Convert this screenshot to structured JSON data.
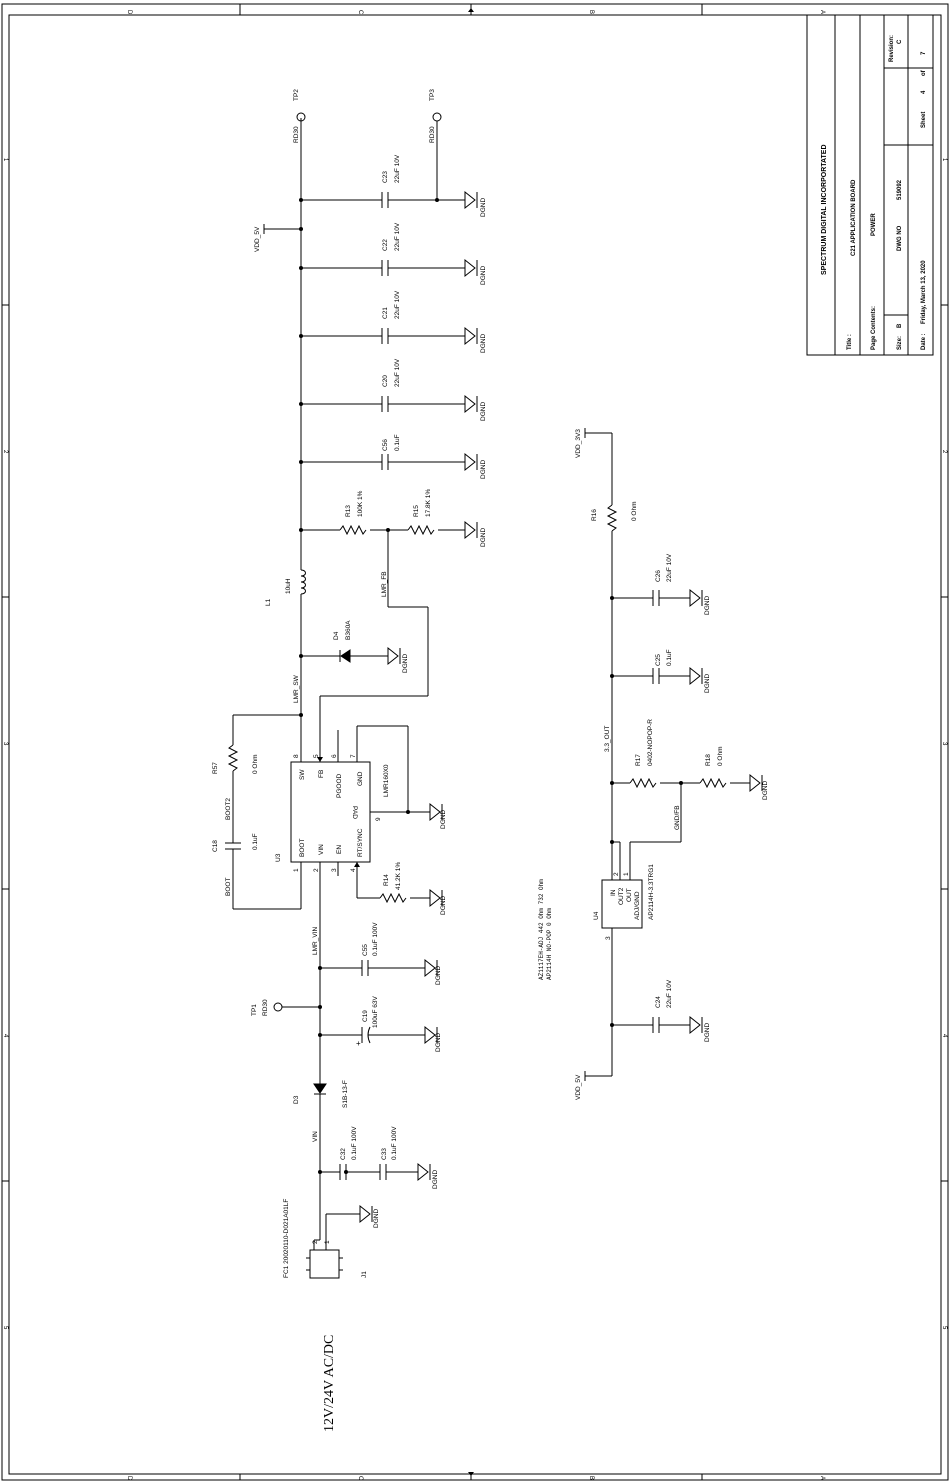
{
  "title_block": {
    "company": "SPECTRUM DIGITAL INCORPORTATED",
    "title_label": "Title :",
    "title_value": "C21 APPLICATION BOARD",
    "page_contents_label": "Page Contents:",
    "page_contents_value": "POWER",
    "size_label": "Size:",
    "size_value": "B",
    "dwg_no_label": "DWG NO",
    "dwg_no_value": "519092",
    "revision_label": "Revision:",
    "revision_value": "C",
    "date_label": "Date :",
    "date_value": "Friday, March 13, 2020",
    "sheet_label": "Sheet",
    "sheet_value": "4",
    "of_label": "of",
    "of_value": "7"
  },
  "border": {
    "top_zones": [
      "D",
      "C",
      "B",
      "A"
    ],
    "bottom_zones": [
      "D",
      "C",
      "B",
      "A"
    ],
    "side_zones": [
      "1",
      "2",
      "3",
      "4",
      "5"
    ]
  },
  "nets": {
    "vdd_5v": "VDD_5V",
    "vdd_3v3": "VDD_3V3",
    "vdd_5v_u4": "VDD_5V",
    "dgnd": "DGND",
    "lmr_sw": "LMR_SW",
    "lmr_fb": "LMR_FB",
    "lmr_vin": "LMR_VIN",
    "vin": "VIN",
    "boot": "BOOT",
    "boot2": "BOOT2",
    "out_3v3": "3.3_OUT",
    "gnd_fb": "GND/FB"
  },
  "components": {
    "tp2": {
      "ref": "TP2",
      "value": "RD30"
    },
    "tp3": {
      "ref": "TP3",
      "value": "RD30"
    },
    "tp1": {
      "ref": "TP1",
      "value": "RD30"
    },
    "c23": {
      "ref": "C23",
      "value": "22uF 10V"
    },
    "c22": {
      "ref": "C22",
      "value": "22uF 10V"
    },
    "c21": {
      "ref": "C21",
      "value": "22uF 10V"
    },
    "c20": {
      "ref": "C20",
      "value": "22uF 10V"
    },
    "c56": {
      "ref": "C56",
      "value": "0.1uF"
    },
    "r13": {
      "ref": "R13",
      "value": "100K 1%"
    },
    "r15": {
      "ref": "R15",
      "value": "17.8K 1%"
    },
    "l1": {
      "ref": "L1",
      "value": "10uH"
    },
    "d4": {
      "ref": "D4",
      "value": "B360A"
    },
    "r57": {
      "ref": "R57",
      "value": "0 Ohm"
    },
    "c18": {
      "ref": "C18",
      "value": "0.1uF"
    },
    "u3": {
      "ref": "U3",
      "part": "LMR160X0",
      "pins": {
        "sw": "SW",
        "fb": "FB",
        "pgood": "PGOOD",
        "gnd": "GND",
        "boot": "BOOT",
        "vin": "VIN",
        "en": "EN",
        "rtsync": "RT/SYNC",
        "pad": "PAD"
      },
      "pin_numbers": {
        "sw": "8",
        "fb": "5",
        "pgood": "6",
        "gnd": "7",
        "boot": "1",
        "vin": "2",
        "en": "3",
        "rtsync": "4",
        "pad": "9"
      }
    },
    "r14": {
      "ref": "R14",
      "value": "41.2K 1%"
    },
    "c55": {
      "ref": "C55",
      "value": "0.1uF 100V"
    },
    "c19": {
      "ref": "C19",
      "value": "100uF 63V"
    },
    "d3": {
      "ref": "D3",
      "value": "S1B-13-F"
    },
    "c32": {
      "ref": "C32",
      "value": "0.1uF 100V"
    },
    "c33": {
      "ref": "C33",
      "value": "0.1uF 100V"
    },
    "j1": {
      "ref": "J1",
      "value": "FC1 20020110-D021A01LF",
      "pin1": "1",
      "pin2": "2"
    },
    "r16": {
      "ref": "R16",
      "value": "0 Ohm"
    },
    "c26": {
      "ref": "C26",
      "value": "22uF 10V"
    },
    "c25": {
      "ref": "C25",
      "value": "0.1uF"
    },
    "r17": {
      "ref": "R17",
      "value": "0402-NOPOP-R"
    },
    "r18": {
      "ref": "R18",
      "value": "0 Ohm"
    },
    "u4": {
      "ref": "U4",
      "part": "AP2114H-3.3TRG1",
      "pins": {
        "in": "IN",
        "out2": "OUT2",
        "out": "OUT",
        "adjgnd": "ADJ/GND"
      },
      "pin_numbers": {
        "in": "3",
        "out2": "1",
        "out": "2"
      }
    },
    "c24": {
      "ref": "C24",
      "value": "22uF 10V"
    }
  },
  "notes": {
    "regulator_note_line1": "AZ1117EH-ADJ  442 Ohm  732 Ohm",
    "regulator_note_line2": "AP2114H        NO-POP  0 Ohm",
    "input_label": "12V/24V  AC/DC"
  }
}
